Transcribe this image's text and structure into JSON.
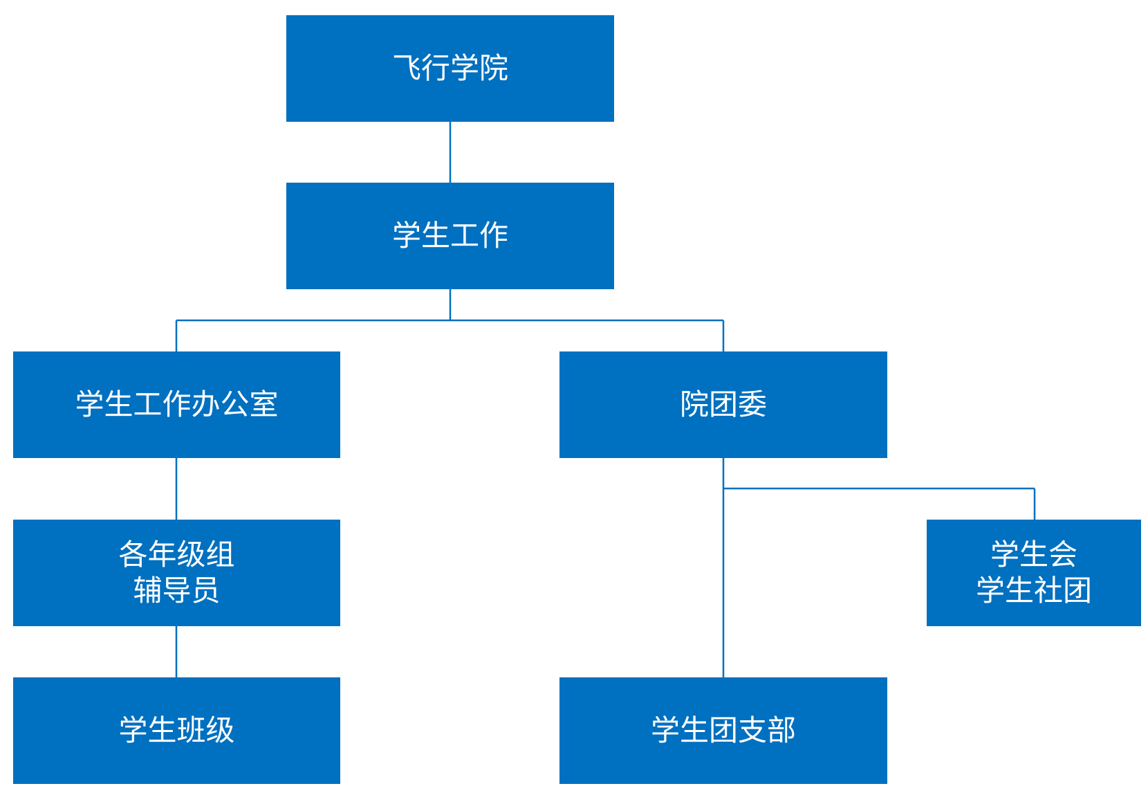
{
  "colors": {
    "box_fill": "#0070c0",
    "connector": "#0070c0",
    "text": "#ffffff",
    "background": "#ffffff"
  },
  "nodes": {
    "flight_college": {
      "line1": "飞行学院"
    },
    "student_affairs": {
      "line1": "学生工作"
    },
    "student_affairs_office": {
      "line1": "学生工作办公室"
    },
    "college_youth_league": {
      "line1": "院团委"
    },
    "grade_counselors": {
      "line1": "各年级组",
      "line2": "辅导员"
    },
    "student_union": {
      "line1": "学生会",
      "line2": "学生社团"
    },
    "student_classes": {
      "line1": "学生班级"
    },
    "student_league_branch": {
      "line1": "学生团支部"
    }
  }
}
